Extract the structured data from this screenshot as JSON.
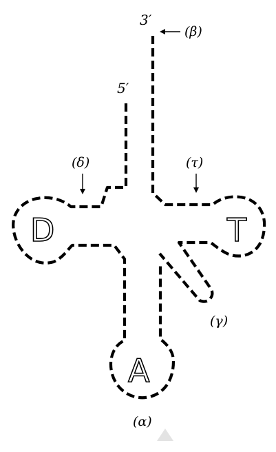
{
  "ends": {
    "three_prime": "3′",
    "five_prime": "5′"
  },
  "loops": {
    "d_loop": "D",
    "t_loop": "T",
    "anticodon_loop": "A"
  },
  "labels": {
    "alpha": "(α)",
    "beta": "(β)",
    "gamma": "(γ)",
    "delta": "(δ)",
    "tau": "(τ)"
  }
}
